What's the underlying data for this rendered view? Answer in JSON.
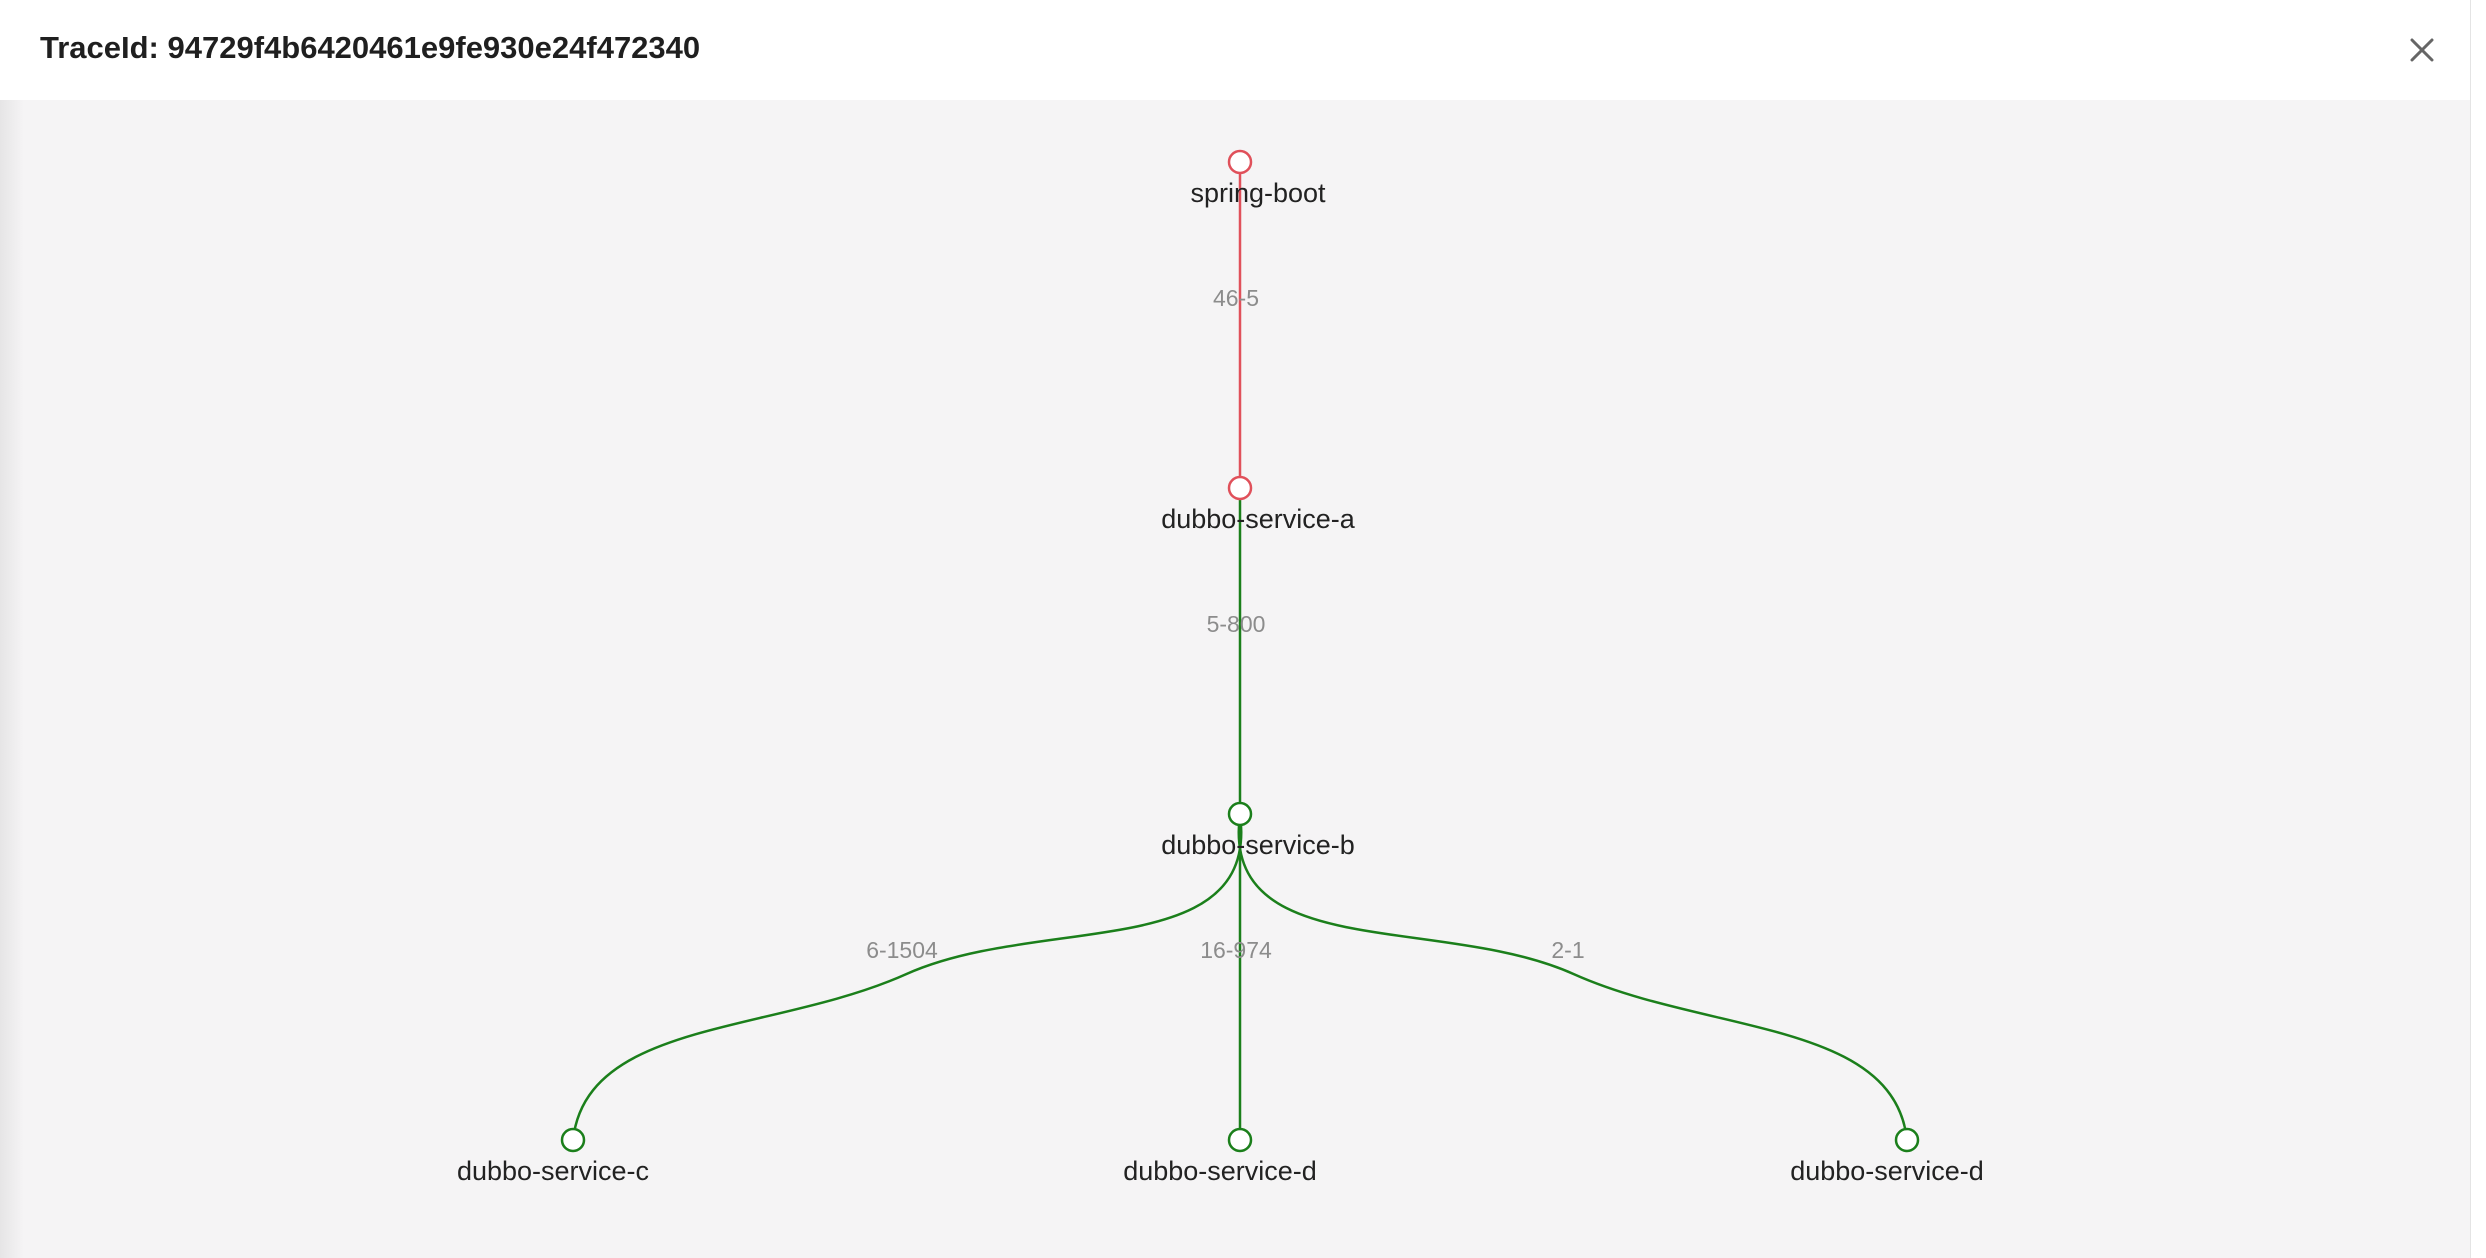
{
  "modal": {
    "title": "TraceId: 94729f4b6420461e9fe930e24f472340",
    "close_icon": "close-icon"
  },
  "colors": {
    "error": "#e0505a",
    "ok": "#1b7f1b",
    "edge_label": "#8c8c8c",
    "canvas_bg": "#f5f4f5"
  },
  "graph": {
    "nodes": [
      {
        "name": "spring-boot",
        "status": "error"
      },
      {
        "name": "dubbo-service-a",
        "status": "error"
      },
      {
        "name": "dubbo-service-b",
        "status": "ok"
      },
      {
        "name": "dubbo-service-c",
        "status": "ok"
      },
      {
        "name": "dubbo-service-d",
        "status": "ok"
      },
      {
        "name": "dubbo-service-d",
        "status": "ok"
      }
    ],
    "edges": [
      {
        "from": "spring-boot",
        "to": "dubbo-service-a",
        "label": "46-5",
        "status": "error"
      },
      {
        "from": "dubbo-service-a",
        "to": "dubbo-service-b",
        "label": "5-800",
        "status": "ok"
      },
      {
        "from": "dubbo-service-b",
        "to": "dubbo-service-c",
        "label": "6-1504",
        "status": "ok"
      },
      {
        "from": "dubbo-service-b",
        "to": "dubbo-service-d",
        "label": "16-974",
        "status": "ok"
      },
      {
        "from": "dubbo-service-b",
        "to": "dubbo-service-d",
        "label": "2-1",
        "status": "ok"
      }
    ]
  }
}
